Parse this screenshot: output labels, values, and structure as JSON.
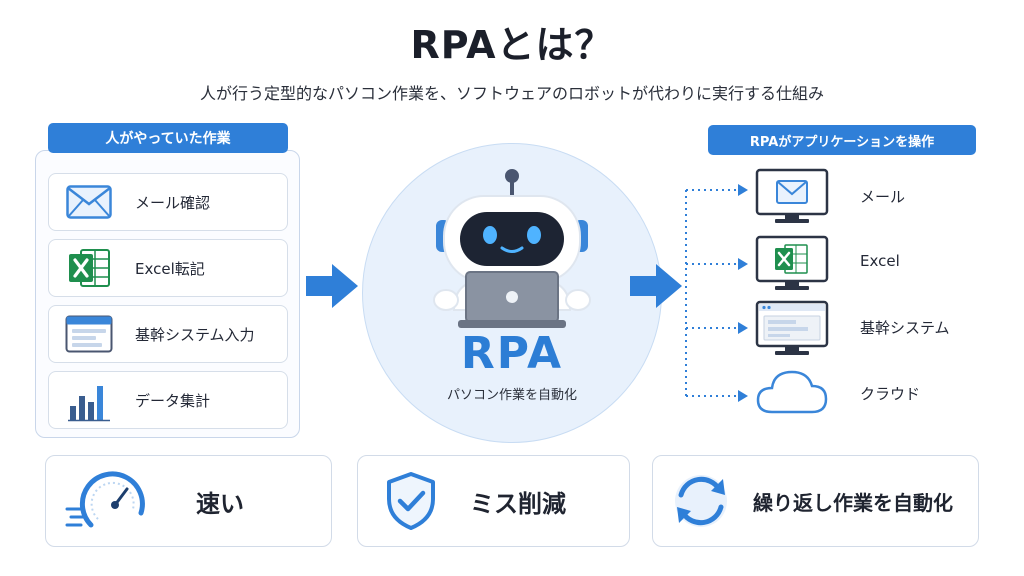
{
  "title": "RPAとは？",
  "subtitle": "人が行う定型的なパソコン作業を、ソフトウェアのロボットが代わりに実行する仕組み",
  "left": {
    "header": "人がやっていた作業",
    "tasks": [
      {
        "label": "メール確認",
        "icon": "envelope-icon"
      },
      {
        "label": "Excel転記",
        "icon": "excel-icon"
      },
      {
        "label": "基幹システム入力",
        "icon": "window-form-icon"
      },
      {
        "label": "データ集計",
        "icon": "bar-chart-icon"
      }
    ]
  },
  "center": {
    "label": "RPA",
    "sublabel": "パソコン作業を自動化"
  },
  "right": {
    "header": "RPAがアプリケーションを操作",
    "apps": [
      {
        "label": "メール",
        "icon": "monitor-mail-icon"
      },
      {
        "label": "Excel",
        "icon": "monitor-excel-icon"
      },
      {
        "label": "基幹システム",
        "icon": "monitor-system-icon"
      },
      {
        "label": "クラウド",
        "icon": "cloud-icon"
      }
    ]
  },
  "benefits": [
    {
      "label": "速い",
      "icon": "speedometer-icon"
    },
    {
      "label": "ミス削減",
      "icon": "shield-check-icon"
    },
    {
      "label": "繰り返し作業を自動化",
      "icon": "refresh-cycle-icon"
    }
  ],
  "colors": {
    "accent": "#2f7fd8",
    "rpa_blue": "#2c7dd5",
    "circle_bg": "#e8f1fc",
    "excel_green": "#1f8f4e"
  }
}
